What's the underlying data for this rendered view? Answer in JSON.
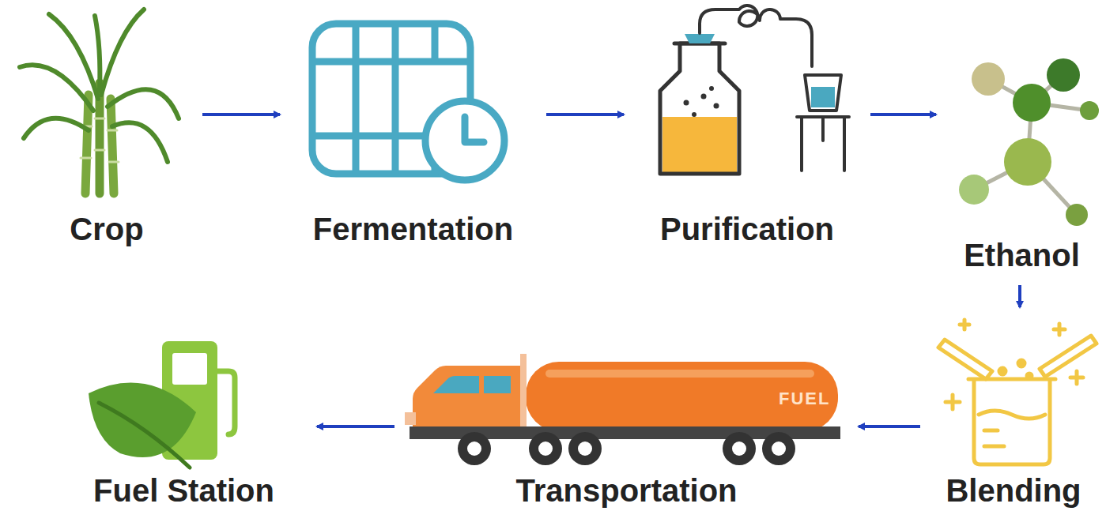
{
  "diagram": {
    "nodes": [
      {
        "text": [
          "Crop"
        ]
      },
      {
        "text": [
          "Fermentation"
        ]
      },
      {
        "text": [
          "Purification"
        ]
      },
      {
        "text": [
          "Ethanol"
        ]
      },
      {
        "text": [
          "Blending"
        ]
      },
      {
        "text": [
          "Transportation"
        ]
      },
      {
        "text": [
          "Fuel Station"
        ]
      }
    ],
    "edges": [
      {
        "from": 0,
        "to": 1,
        "arrow": "to"
      },
      {
        "from": 1,
        "to": 2,
        "arrow": "to"
      },
      {
        "from": 2,
        "to": 3,
        "arrow": "to"
      },
      {
        "from": 3,
        "to": 4,
        "arrow": "to"
      },
      {
        "from": 4,
        "to": 5,
        "arrow": "to"
      },
      {
        "from": 5,
        "to": 6,
        "arrow": "to"
      }
    ],
    "labels": [
      "FUEL"
    ]
  }
}
